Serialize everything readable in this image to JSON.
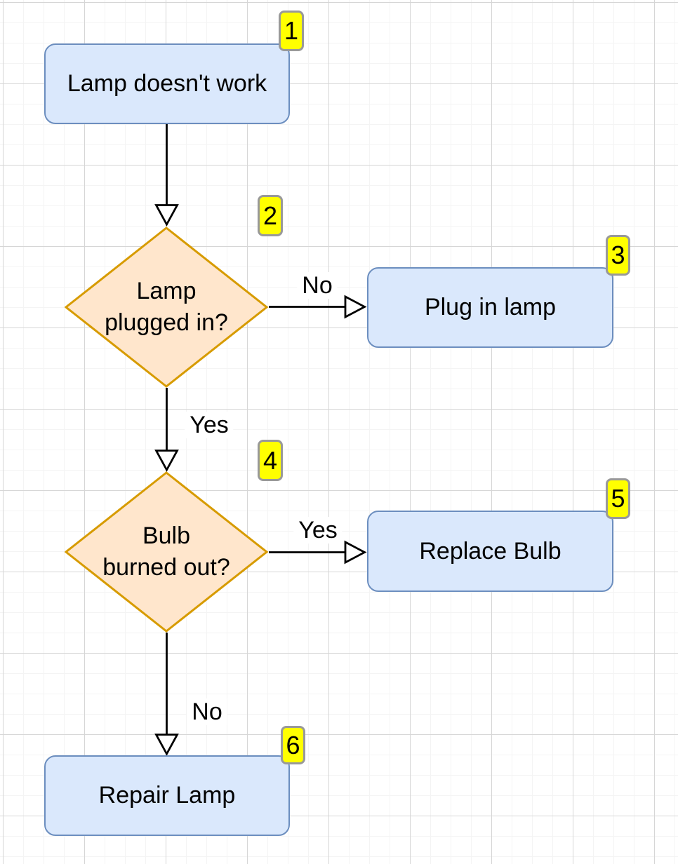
{
  "diagram": {
    "type": "flowchart",
    "subject": "Lamp troubleshooting"
  },
  "colors": {
    "process_fill": "#dae8fc",
    "process_stroke": "#6c8ebf",
    "decision_fill": "#ffe6cc",
    "decision_stroke": "#d79b00",
    "badge_fill": "#ffff00",
    "badge_stroke": "#999999",
    "edge_color": "#000000",
    "grid_minor": "#f4f4f4",
    "grid_major": "#d6d6d6"
  },
  "nodes": [
    {
      "id": "1",
      "type": "process",
      "label": "Lamp doesn't work",
      "badge": "1"
    },
    {
      "id": "2",
      "type": "decision",
      "label": "Lamp plugged in?",
      "label_lines": [
        "Lamp",
        "plugged in?"
      ],
      "badge": "2"
    },
    {
      "id": "3",
      "type": "process",
      "label": "Plug in lamp",
      "badge": "3"
    },
    {
      "id": "4",
      "type": "decision",
      "label": "Bulb burned out?",
      "label_lines": [
        "Bulb",
        "burned out?"
      ],
      "badge": "4"
    },
    {
      "id": "5",
      "type": "process",
      "label": "Replace Bulb",
      "badge": "5"
    },
    {
      "id": "6",
      "type": "process",
      "label": "Repair Lamp",
      "badge": "6"
    }
  ],
  "edges": [
    {
      "from": "1",
      "to": "2"
    },
    {
      "from": "2",
      "to": "3",
      "label": "No"
    },
    {
      "from": "2",
      "to": "4",
      "label": "Yes"
    },
    {
      "from": "4",
      "to": "5",
      "label": "Yes"
    },
    {
      "from": "4",
      "to": "6",
      "label": "No"
    }
  ]
}
